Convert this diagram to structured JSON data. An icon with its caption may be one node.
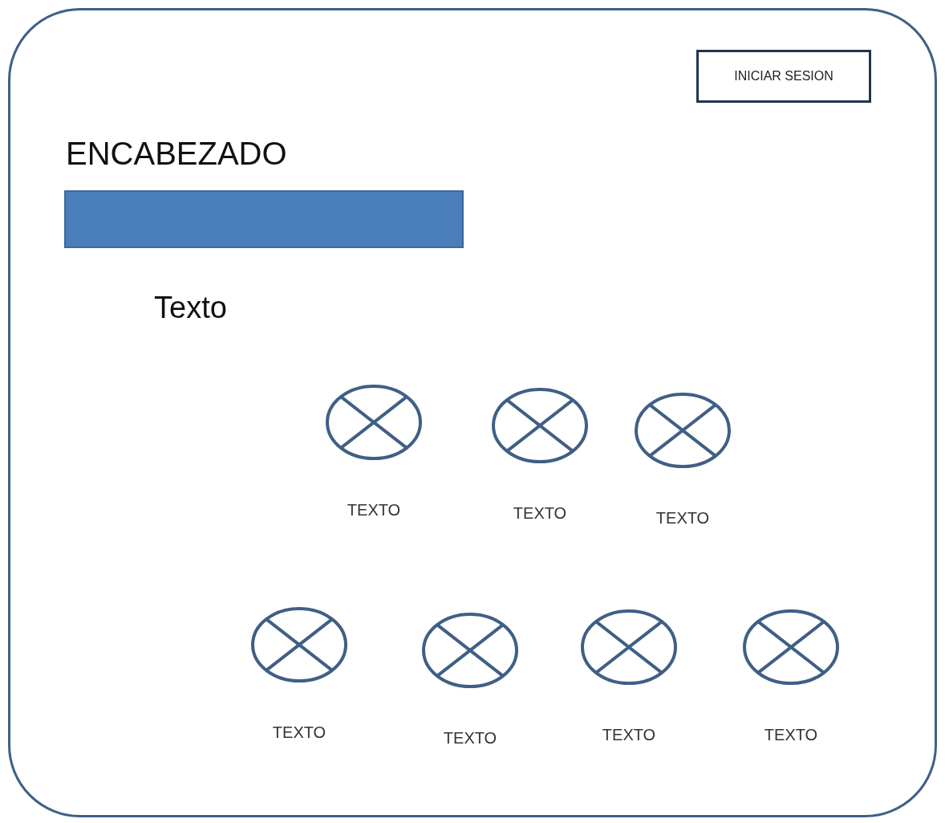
{
  "diagram": {
    "nodes": [
      {
        "text": [],
        "shape": "box"
      },
      {
        "text": [
          "INICIAR SESION"
        ],
        "in": 0
      },
      {
        "text": [],
        "shape": "bar",
        "beside": [
          "ENCABEZADO"
        ],
        "in": 0
      },
      {
        "text": [],
        "shape": "circle",
        "beside": [
          "TEXTO"
        ],
        "in": 0
      },
      {
        "text": [],
        "shape": "circle",
        "beside": [
          "TEXTO"
        ],
        "in": 0
      },
      {
        "text": [],
        "shape": "circle",
        "beside": [
          "TEXTO"
        ],
        "in": 0
      },
      {
        "text": [],
        "shape": "circle",
        "beside": [
          "TEXTO"
        ],
        "in": 0
      },
      {
        "text": [],
        "shape": "circle",
        "beside": [
          "TEXTO"
        ],
        "in": 0
      },
      {
        "text": [],
        "shape": "circle",
        "beside": [
          "TEXTO"
        ],
        "in": 0
      },
      {
        "text": [],
        "shape": "circle",
        "beside": [
          "TEXTO"
        ],
        "in": 0
      }
    ],
    "labels": [
      "Texto"
    ]
  }
}
